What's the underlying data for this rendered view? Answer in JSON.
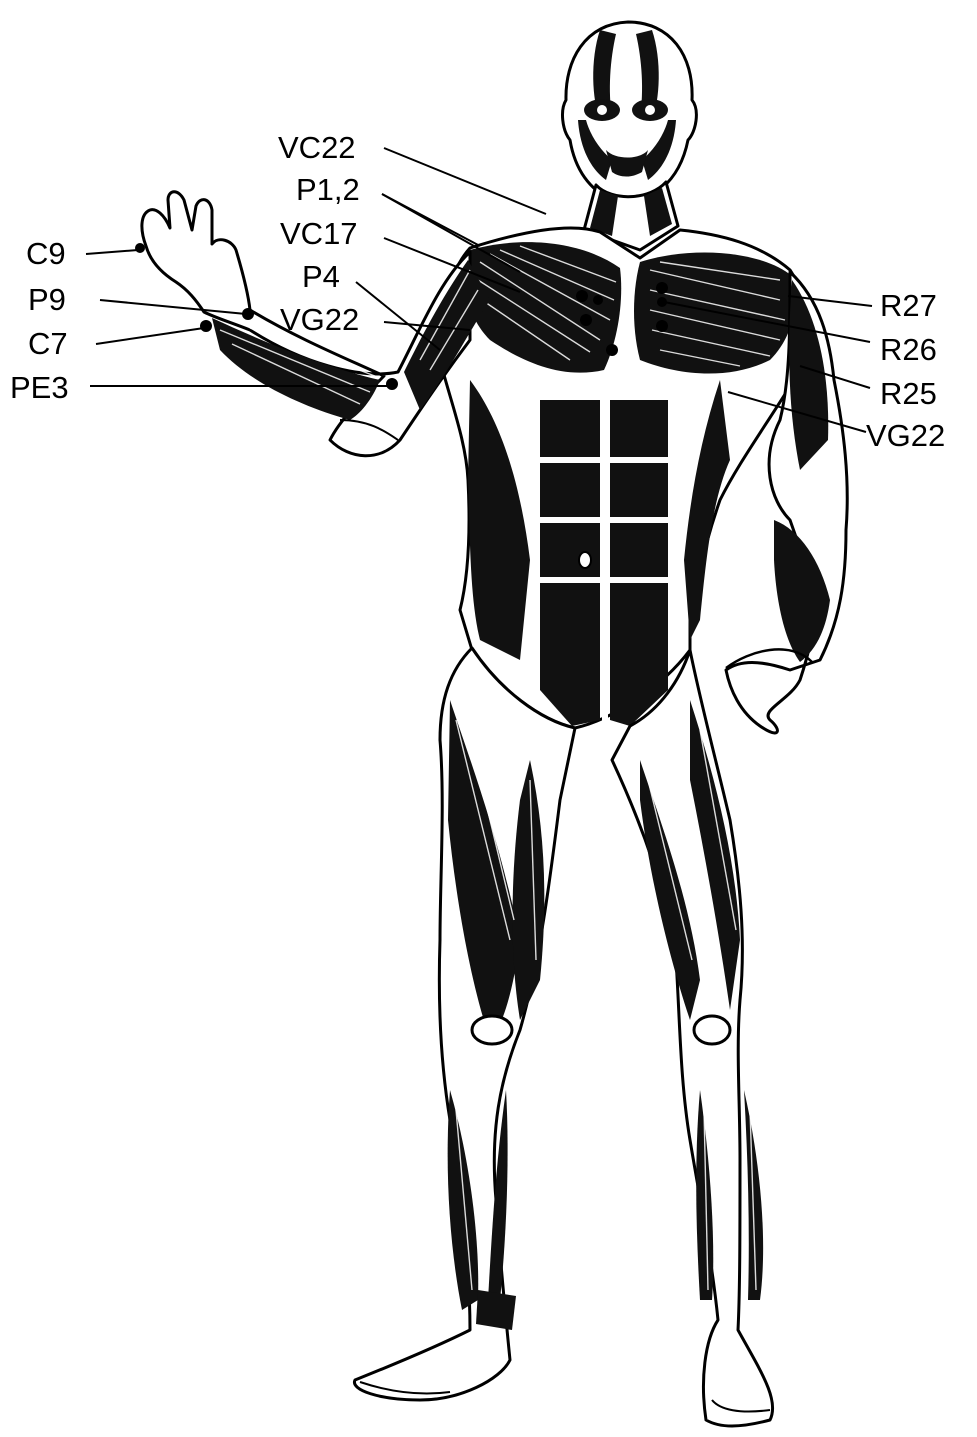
{
  "figure": {
    "labels_left": [
      "VC22",
      "P1,2",
      "VC17",
      "P4",
      "VG22",
      "C9",
      "P9",
      "C7",
      "PE3"
    ],
    "labels_right": [
      "R27",
      "R26",
      "R25",
      "VG22"
    ],
    "ink_color": "#000000",
    "background_color": "#ffffff"
  }
}
